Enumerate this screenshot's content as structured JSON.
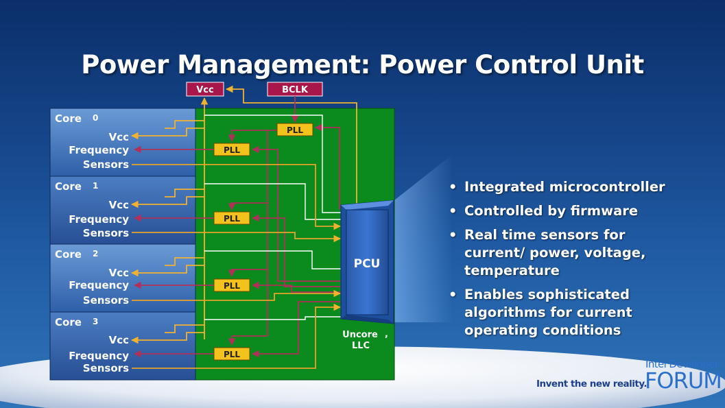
{
  "title": "Power Management: Power Control Unit",
  "top_boxes": {
    "vcc": "Vcc",
    "bclk": "BCLK"
  },
  "cores": [
    {
      "name": "Core",
      "index": "0"
    },
    {
      "name": "Core",
      "index": "1"
    },
    {
      "name": "Core",
      "index": "2"
    },
    {
      "name": "Core",
      "index": "3"
    }
  ],
  "core_labels": {
    "vcc": "Vcc",
    "frequency": "Frequency",
    "sensors": "Sensors"
  },
  "pll_label": "PLL",
  "pcu_label": "PCU",
  "uncore": {
    "line1": "Uncore",
    "comma": ",",
    "line2": "LLC"
  },
  "bullets": [
    "Integrated microcontroller",
    "Controlled by firmware",
    "Real time sensors for current/ power, voltage, temperature",
    "Enables sophisticated algorithms for current operating conditions"
  ],
  "branding": {
    "tagline": "Invent the new reality.",
    "logo_top": "Intel Developer",
    "logo_bottom": "FORUM"
  },
  "colors": {
    "vcc_line": "#f2b230",
    "freq_line": "#b0305a",
    "sensor_line": "#e8a42a",
    "uncore_green": "#0b8a1e",
    "core_blue": "#2e5fa8",
    "pll_yellow": "#f4c21c",
    "pcu_blue": "#2a66c4",
    "label_box": "#a8164a"
  }
}
